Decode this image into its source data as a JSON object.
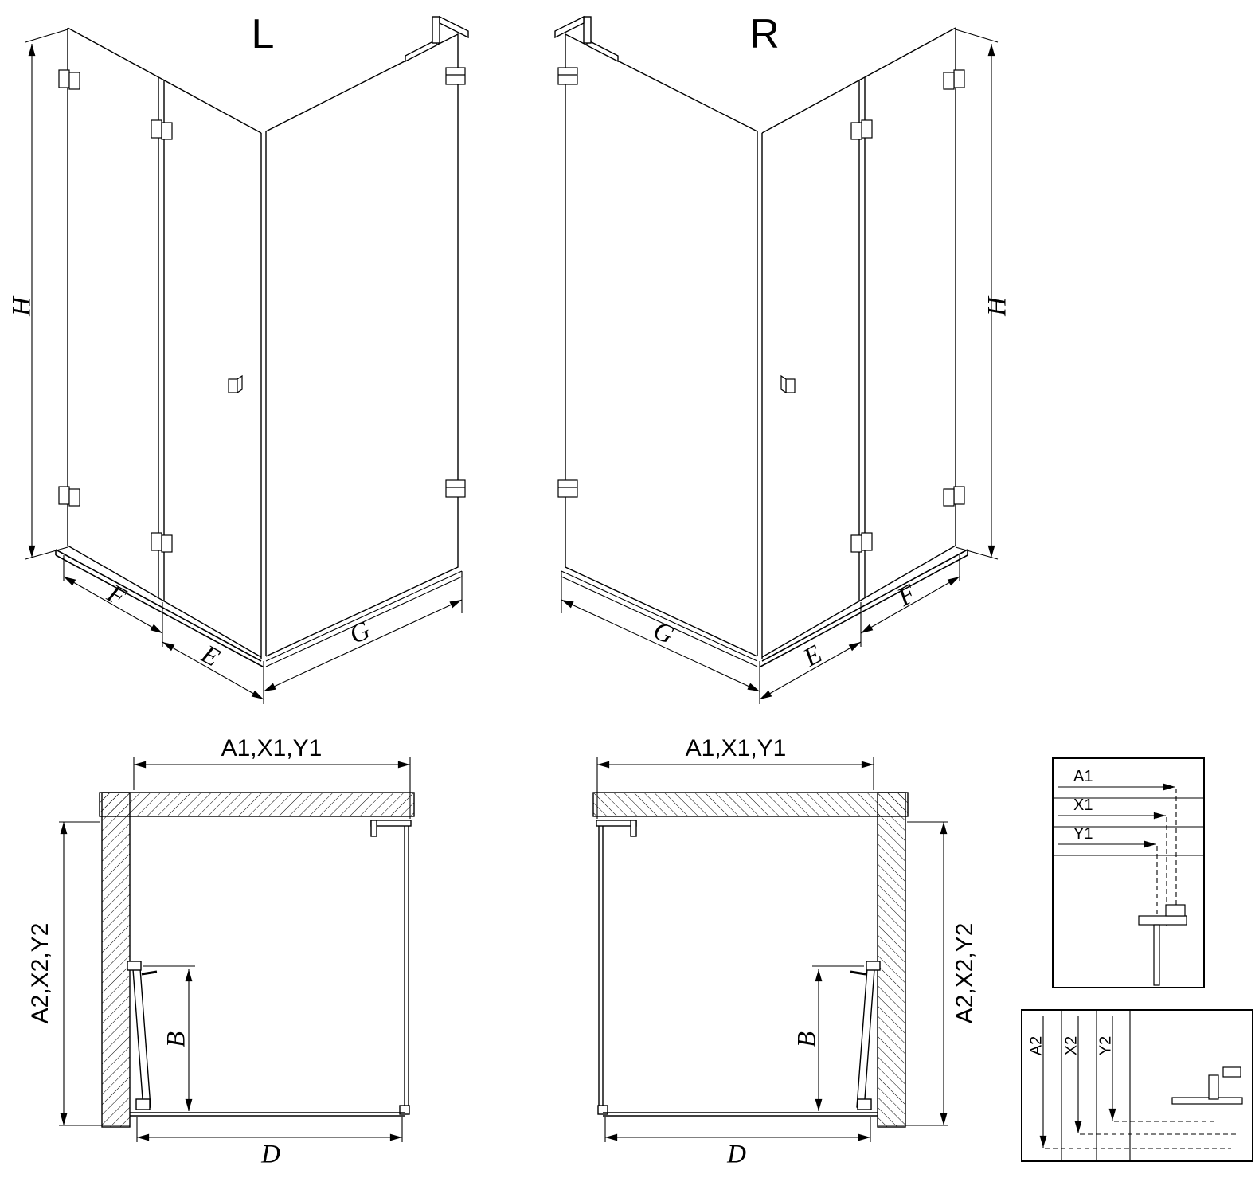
{
  "colors": {
    "line": "#000000",
    "background": "#ffffff"
  },
  "iso_views": {
    "left": {
      "title": "L",
      "height_dim": "H",
      "fixed_panel_dim": "F",
      "door_dim": "E",
      "side_panel_dim": "G"
    },
    "right": {
      "title": "R",
      "height_dim": "H",
      "fixed_panel_dim": "F",
      "door_dim": "E",
      "side_panel_dim": "G"
    }
  },
  "plan_views": {
    "left": {
      "width_dim": "A1,X1,Y1",
      "depth_dim": "A2,X2,Y2",
      "door_width_dim": "B",
      "entry_dim": "D"
    },
    "right": {
      "width_dim": "A1,X1,Y1",
      "depth_dim": "A2,X2,Y2",
      "door_width_dim": "B",
      "entry_dim": "D"
    }
  },
  "detail_views": {
    "horizontal_offsets": {
      "labels": [
        "A1",
        "X1",
        "Y1"
      ]
    },
    "vertical_offsets": {
      "labels": [
        "A2",
        "X2",
        "Y2"
      ]
    }
  }
}
